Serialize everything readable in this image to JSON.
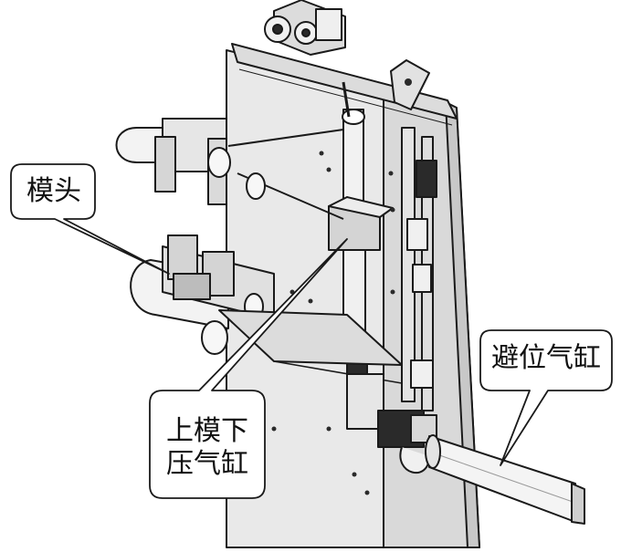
{
  "callouts": {
    "mold_head": "模头",
    "upper_press_line1": "上模下",
    "upper_press_line2": "压气缸",
    "avoidance_cylinder": "避位气缸"
  },
  "colors": {
    "line": "#1a1a1a",
    "plate": "#e9e9e9",
    "plate_shadow": "#cfcfcf",
    "metal": "#d8d8d8",
    "dark": "#2a2a2a",
    "rod": "#f2f2f2"
  }
}
